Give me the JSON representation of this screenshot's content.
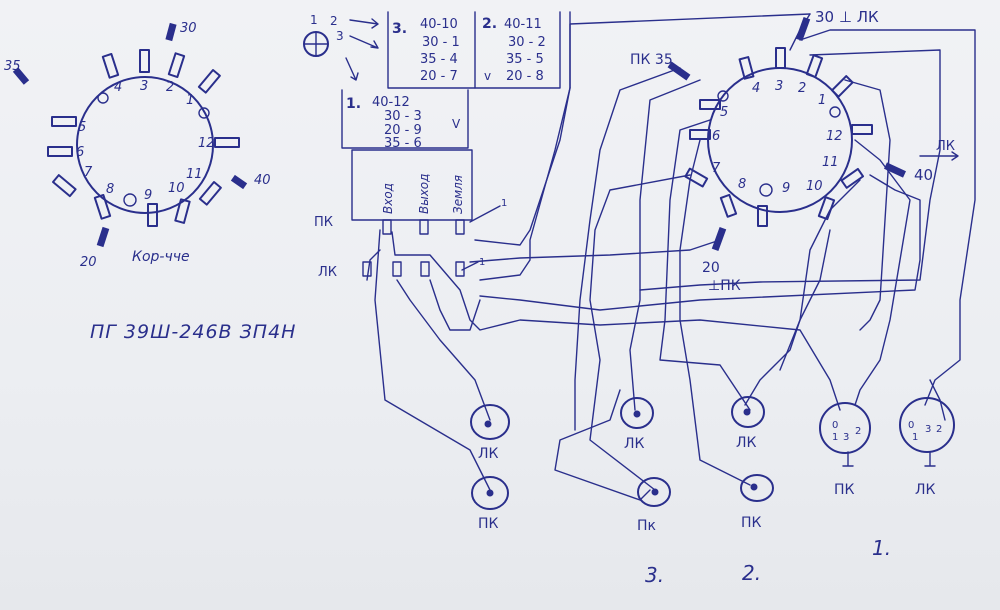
{
  "left_switch": {
    "pins": [
      "1",
      "2",
      "3",
      "4",
      "5",
      "6",
      "7",
      "8",
      "9",
      "10",
      "11",
      "12"
    ],
    "outer": [
      "35",
      "30",
      "40",
      "20"
    ],
    "caption": "Кор-чче"
  },
  "model": "ПГ 39Ш-246В ЗП4Н",
  "legend_icon_numbers": [
    "1",
    "2",
    "3"
  ],
  "group3": {
    "title": "3.",
    "lines": [
      "40-10",
      "30 - 1",
      "35 - 4",
      "20 - 7"
    ]
  },
  "group2": {
    "title": "2.",
    "lines": [
      "40-11",
      "30 - 2",
      "35 - 5",
      "20 - 8"
    ],
    "check": "v"
  },
  "group1": {
    "title": "1.",
    "lines": [
      "40-12",
      "30 - 3",
      "20 - 9",
      "35 - 6"
    ],
    "check": "V"
  },
  "terminal_labels": [
    "Вход",
    "Выход",
    "Земля"
  ],
  "pk": "ПК",
  "lk": "ЛК",
  "mark_1": "1",
  "right_switch": {
    "pins": [
      "1",
      "2",
      "3",
      "4",
      "5",
      "6",
      "7",
      "8",
      "9",
      "10",
      "11",
      "12"
    ],
    "outer": [
      "35",
      "30",
      "40",
      "20"
    ],
    "top_label": "30 ⊥ ЛК",
    "side_label_35": "ПК 35",
    "side_label_lk": "ЛК",
    "label_20": "20",
    "label_pk": "⊥ПК"
  },
  "connectors": [
    {
      "label": "ЛК"
    },
    {
      "label": "ПК"
    },
    {
      "label": "ЛК"
    },
    {
      "label": "Пк"
    },
    {
      "label": "ЛК"
    },
    {
      "label": "ПК"
    },
    {
      "label": "ПК",
      "pins": [
        "0",
        "1",
        "3",
        "2"
      ]
    },
    {
      "label": "ЛК",
      "pins": [
        "0",
        "1",
        "3",
        "2"
      ]
    }
  ],
  "section_numbers": [
    "3.",
    "2.",
    "1."
  ]
}
